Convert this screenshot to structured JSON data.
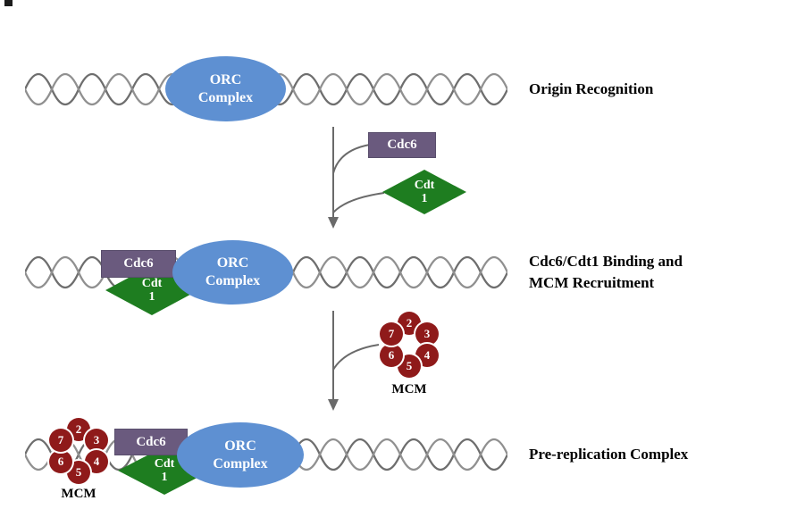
{
  "stages": [
    {
      "label": "Origin Recognition"
    },
    {
      "line1": "Cdc6/Cdt1 Binding and",
      "line2": "MCM Recruitment"
    },
    {
      "label": "Pre-replication Complex"
    }
  ],
  "molecules": {
    "orc": {
      "line1": "ORC",
      "line2": "Complex",
      "color": "#5e90d2"
    },
    "cdc6": {
      "label": "Cdc6",
      "color": "#6a5a7e"
    },
    "cdt1": {
      "line1": "Cdt",
      "line2": "1",
      "color": "#1e7d20"
    },
    "mcm": {
      "label": "MCM",
      "color": "#8f1a1a",
      "subunits": [
        "2",
        "3",
        "4",
        "5",
        "6",
        "7"
      ]
    }
  },
  "colors": {
    "dna_strand_dark": "#6e6e6e",
    "dna_strand_light": "#909090",
    "arrow": "#6a6a6a",
    "text": "#000000",
    "background": "#ffffff"
  }
}
